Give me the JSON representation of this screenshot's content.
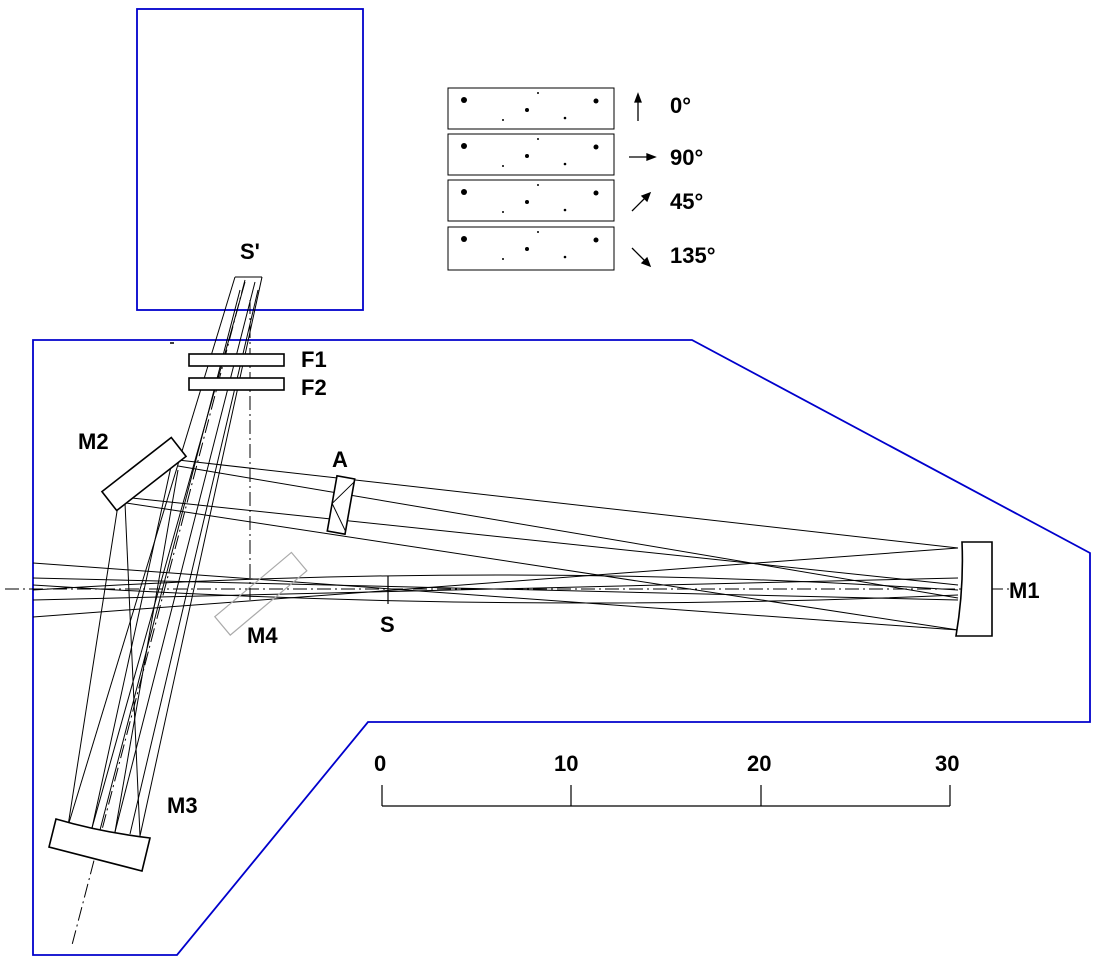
{
  "labels": {
    "s_prime": "S'",
    "f1": "F1",
    "f2": "F2",
    "m2": "M2",
    "a": "A",
    "m1": "M1",
    "m4": "M4",
    "s": "S",
    "m3": "M3"
  },
  "polarization_panels": [
    {
      "angle_label": "0°",
      "arrow_deg": 0
    },
    {
      "angle_label": "90°",
      "arrow_deg": 90
    },
    {
      "angle_label": "45°",
      "arrow_deg": 45
    },
    {
      "angle_label": "135°",
      "arrow_deg": 135
    }
  ],
  "scale_bar": {
    "ticks": [
      "0",
      "10",
      "20",
      "30"
    ]
  },
  "colors": {
    "outline": "#0000cc",
    "optics": "#000000",
    "fold_mirror": "#aaaaaa"
  }
}
